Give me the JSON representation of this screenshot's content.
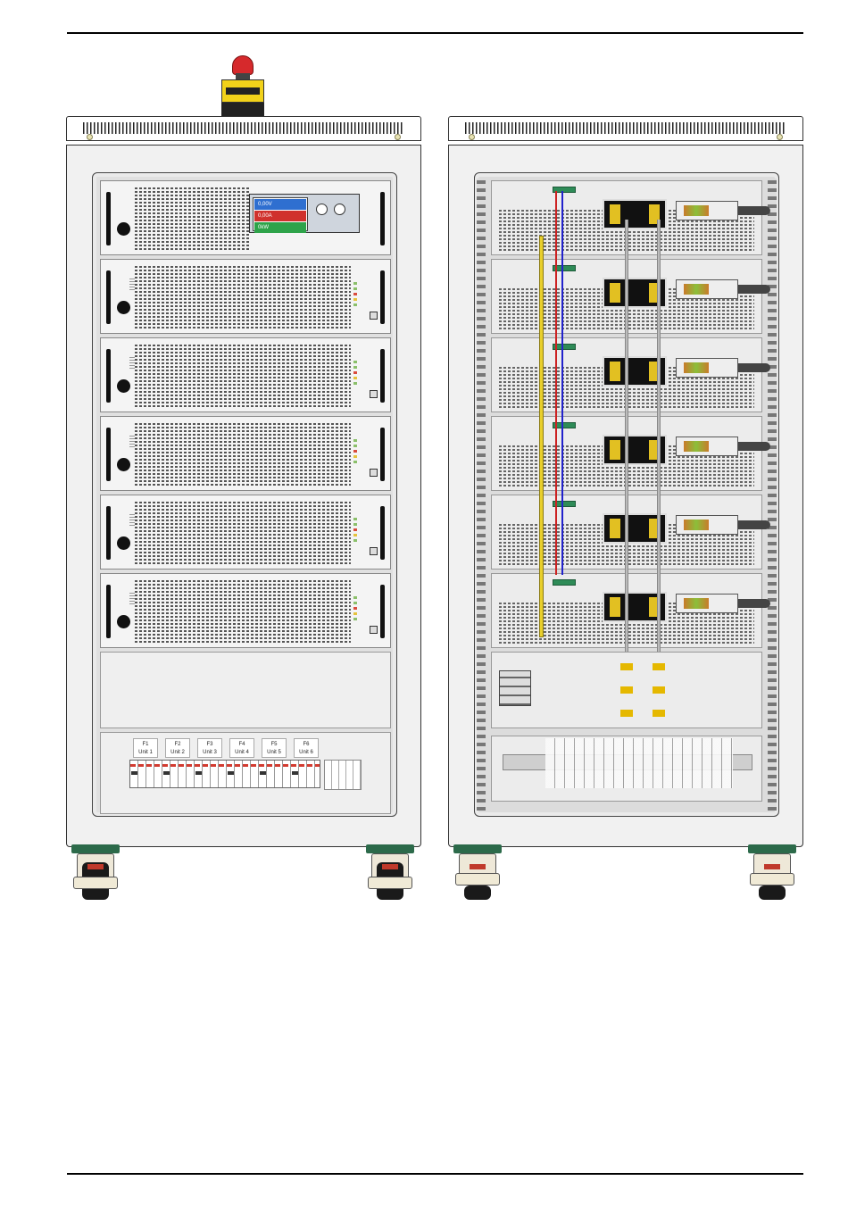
{
  "front_display": {
    "voltage": "0,00V",
    "current": "0,00A",
    "power": "0kW"
  },
  "fuse_labels": [
    {
      "fuse": "F1",
      "unit": "Unit 1"
    },
    {
      "fuse": "F2",
      "unit": "Unit 2"
    },
    {
      "fuse": "F3",
      "unit": "Unit 3"
    },
    {
      "fuse": "F4",
      "unit": "Unit 4"
    },
    {
      "fuse": "F5",
      "unit": "Unit 5"
    },
    {
      "fuse": "F6",
      "unit": "Unit 6"
    }
  ],
  "colors": {
    "estop_red": "#d6292c",
    "estop_yellow": "#f2d21a",
    "plinth_green": "#2c6a4a",
    "display_voltage": "#2f6fd0",
    "display_current": "#d0312d",
    "display_power": "#2ea34a"
  }
}
